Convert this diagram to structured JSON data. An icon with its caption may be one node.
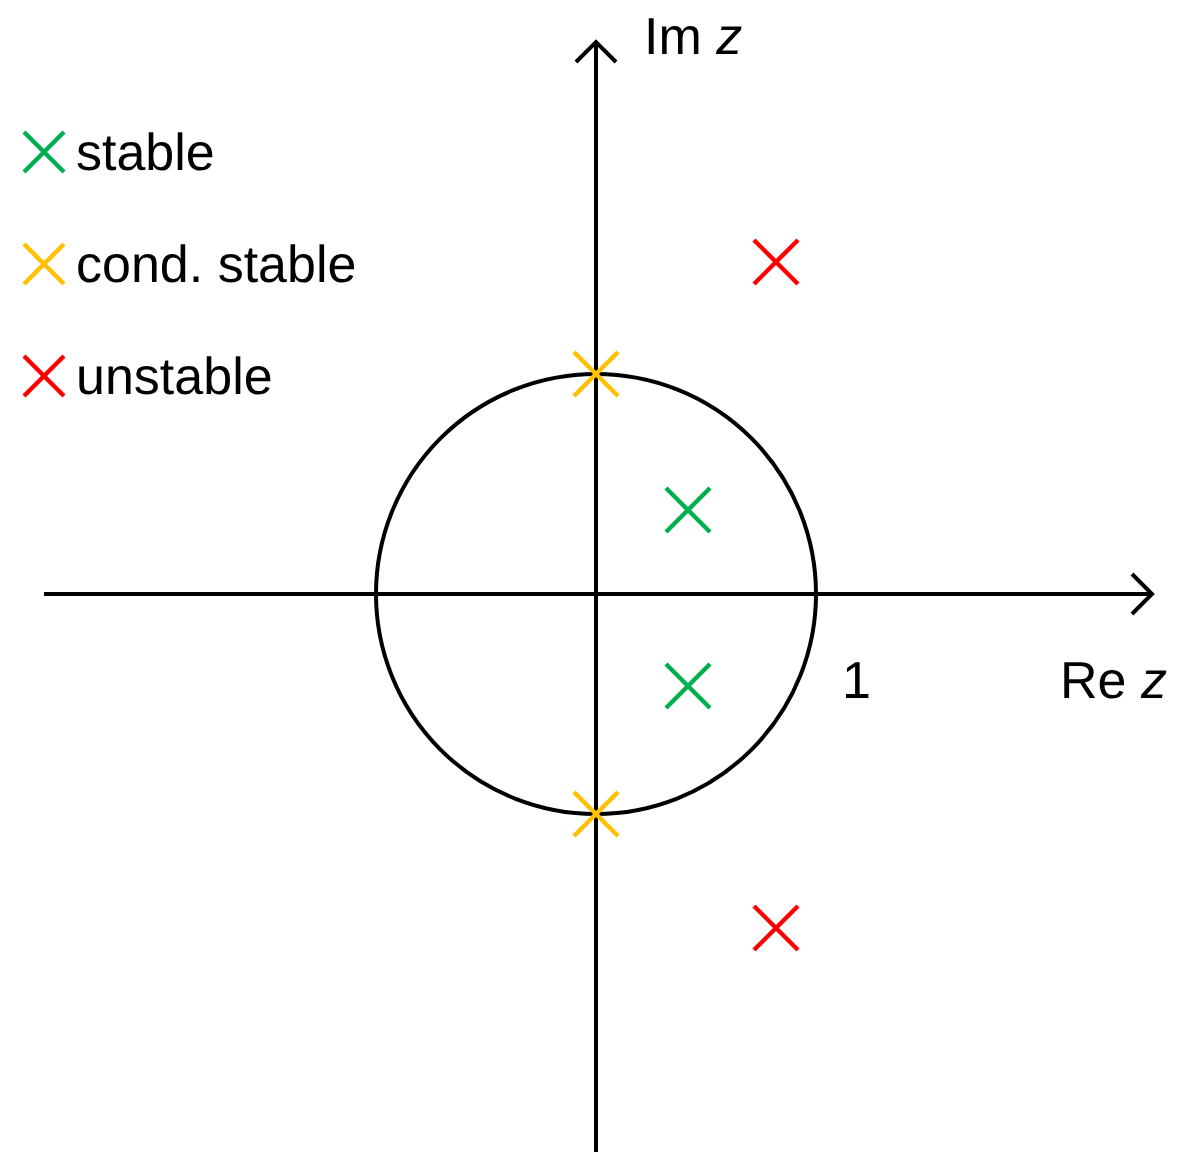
{
  "diagram": {
    "labels": [
      "Im *z*",
      "1",
      "Re *z*"
    ],
    "legend": [
      {
        "text": "stable",
        "color": "#00b050"
      },
      {
        "text": "cond. stable",
        "color": "#ffc000"
      },
      {
        "text": "unstable",
        "color": "#ff0000"
      }
    ]
  }
}
